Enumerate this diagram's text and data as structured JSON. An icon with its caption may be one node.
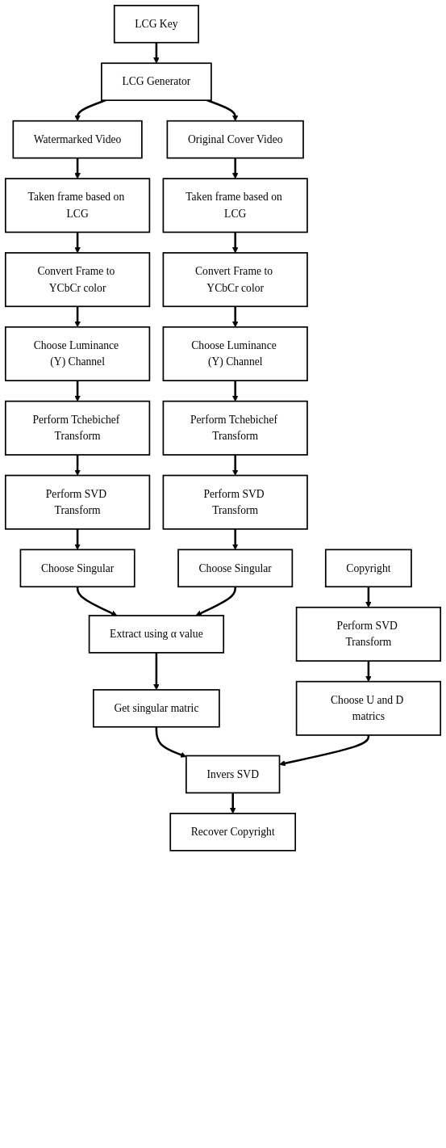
{
  "diagram": {
    "nodes": [
      {
        "text": [
          "LCG Key"
        ]
      },
      {
        "text": [
          "LCG Generator"
        ]
      },
      {
        "text": [
          "Watermarked Video"
        ]
      },
      {
        "text": [
          "Original Cover Video"
        ]
      },
      {
        "text": [
          "Taken frame based on LCG"
        ]
      },
      {
        "text": [
          "Taken frame based on LCG"
        ]
      },
      {
        "text": [
          "Convert Frame to YCbCr color"
        ]
      },
      {
        "text": [
          "Convert Frame to YCbCr color"
        ]
      },
      {
        "text": [
          "Choose Luminance (Y) Channel"
        ]
      },
      {
        "text": [
          "Choose Luminance (Y) Channel"
        ]
      },
      {
        "text": [
          "Perform Tchebichef Transform"
        ]
      },
      {
        "text": [
          "Perform Tchebichef Transform"
        ]
      },
      {
        "text": [
          "Perform SVD Transform"
        ]
      },
      {
        "text": [
          "Perform SVD Transform"
        ]
      },
      {
        "text": [
          "Choose Singular"
        ]
      },
      {
        "text": [
          "Choose Singular"
        ]
      },
      {
        "text": [
          "Extract using α value"
        ]
      },
      {
        "text": [
          "Copyright"
        ]
      },
      {
        "text": [
          "Get singular matric"
        ]
      },
      {
        "text": [
          "Perform SVD Transform"
        ]
      },
      {
        "text": [
          "Invers SVD"
        ]
      },
      {
        "text": [
          "Choose U and D matrics"
        ]
      },
      {
        "text": [
          "Recover Copyright"
        ]
      }
    ],
    "edges": [
      {
        "from": 0,
        "to": 1,
        "arrow": "to"
      },
      {
        "from": 1,
        "to": 2,
        "arrow": "to"
      },
      {
        "from": 1,
        "to": 3,
        "arrow": "to"
      },
      {
        "from": 2,
        "to": 4,
        "arrow": "to"
      },
      {
        "from": 3,
        "to": 5,
        "arrow": "to"
      },
      {
        "from": 4,
        "to": 6,
        "arrow": "to"
      },
      {
        "from": 5,
        "to": 7,
        "arrow": "to"
      },
      {
        "from": 6,
        "to": 8,
        "arrow": "to"
      },
      {
        "from": 7,
        "to": 9,
        "arrow": "to"
      },
      {
        "from": 8,
        "to": 10,
        "arrow": "to"
      },
      {
        "from": 9,
        "to": 11,
        "arrow": "to"
      },
      {
        "from": 10,
        "to": 12,
        "arrow": "to"
      },
      {
        "from": 11,
        "to": 13,
        "arrow": "to"
      },
      {
        "from": 12,
        "to": 14,
        "arrow": "to"
      },
      {
        "from": 13,
        "to": 15,
        "arrow": "to"
      },
      {
        "from": 14,
        "to": 16,
        "arrow": "to"
      },
      {
        "from": 15,
        "to": 16,
        "arrow": "to"
      },
      {
        "from": 16,
        "to": 18,
        "arrow": "to"
      },
      {
        "from": 17,
        "to": 19,
        "arrow": "to"
      },
      {
        "from": 19,
        "to": 21,
        "arrow": "to"
      },
      {
        "from": 18,
        "to": 20,
        "arrow": "to"
      },
      {
        "from": 21,
        "to": 20,
        "arrow": "to"
      },
      {
        "from": 20,
        "to": 22,
        "arrow": "to"
      }
    ]
  }
}
